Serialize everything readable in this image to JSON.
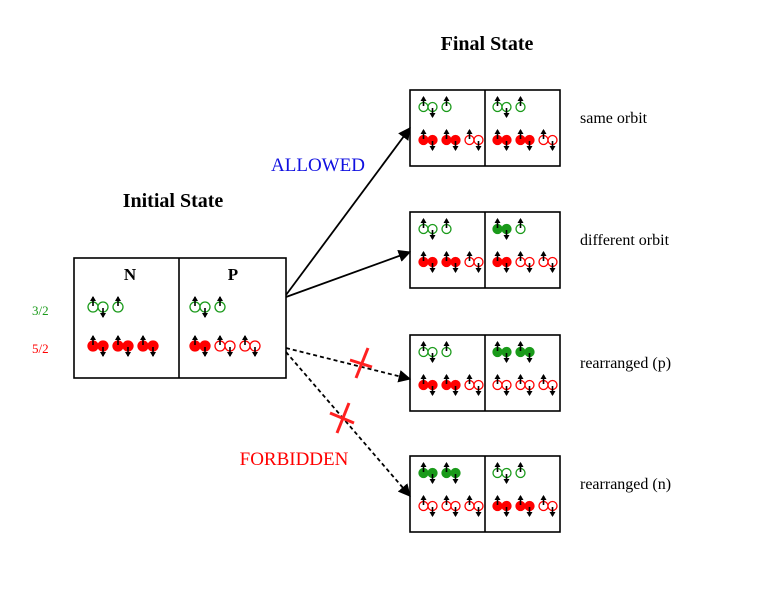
{
  "colors": {
    "j32": "#1a9a1a",
    "j52": "#ff0000",
    "allowed": "#1010e0",
    "forbidden": "#ff0000",
    "line": "#000000"
  },
  "labels": {
    "final_state": "Final State",
    "initial_state": "Initial State",
    "allowed": "ALLOWED",
    "forbidden": "FORBIDDEN",
    "j32": "3/2",
    "j52": "5/2",
    "neutron_header": "N",
    "proton_header": "P"
  },
  "initial": {
    "n": {
      "top": "ooo0",
      "bottom": "ffffff"
    },
    "p": {
      "top": "ooo0",
      "bottom": "ffoooo"
    }
  },
  "finals": [
    {
      "label": "same orbit",
      "n": {
        "top": "ooo0",
        "bottom": "ffffoo"
      },
      "p": {
        "top": "ooo0",
        "bottom": "ffffoo"
      },
      "allowed": true
    },
    {
      "label": "different orbit",
      "n": {
        "top": "ooo0",
        "bottom": "ffffoo"
      },
      "p": {
        "top": "ffo0",
        "bottom": "ffoooo"
      },
      "allowed": true
    },
    {
      "label": "rearranged (p)",
      "n": {
        "top": "ooo0",
        "bottom": "ffffoo"
      },
      "p": {
        "top": "ffff",
        "bottom": "oooooo"
      },
      "allowed": false
    },
    {
      "label": "rearranged (n)",
      "n": {
        "top": "ffff",
        "bottom": "oooooo"
      },
      "p": {
        "top": "ooo0",
        "bottom": "ffffoo"
      },
      "allowed": false
    }
  ]
}
